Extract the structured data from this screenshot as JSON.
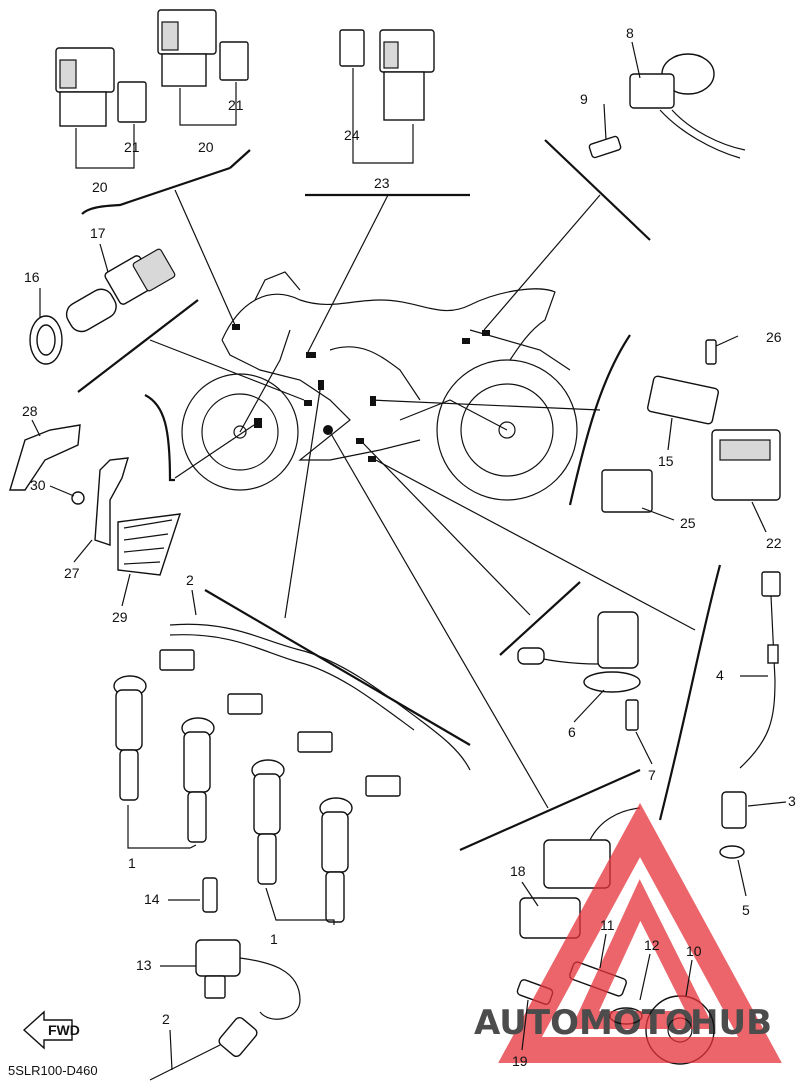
{
  "diagram": {
    "code": "5SLR100-D460",
    "fwd_label": "FWD",
    "colors": {
      "line": "#111111",
      "watermark_red": "#e5323a",
      "watermark_orange": "#f2a23a"
    },
    "callouts": [
      "1",
      "1",
      "2",
      "2",
      "3",
      "4",
      "5",
      "6",
      "7",
      "8",
      "9",
      "10",
      "11",
      "12",
      "13",
      "14",
      "15",
      "16",
      "17",
      "18",
      "19",
      "20",
      "20",
      "21",
      "21",
      "22",
      "23",
      "24",
      "25",
      "26",
      "27",
      "28",
      "29",
      "30"
    ]
  },
  "watermark": {
    "text_orange": "AUTOMOTO",
    "text_red": "HUB"
  }
}
